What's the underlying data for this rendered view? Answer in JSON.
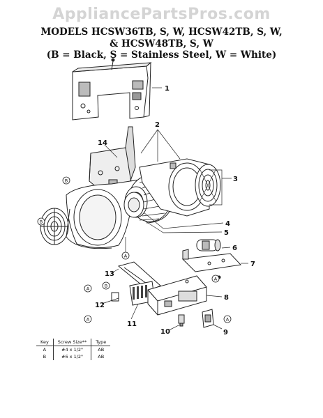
{
  "watermark": "AppliancePartsPros.com",
  "header": {
    "line1": "MODELS HCSW36TB, S, W, HCSW42TB, S, W,",
    "line2": "& HCSW48TB, S, W",
    "line3": "(B = Black, S = Stainless Steel, W = White)"
  },
  "callouts": [
    "1",
    "2",
    "3",
    "4",
    "5",
    "6",
    "7",
    "8",
    "9",
    "10",
    "11",
    "12",
    "13",
    "14"
  ],
  "fastener_labels": {
    "a": "A",
    "b": "B"
  },
  "screw_key": {
    "headers": [
      "Key",
      "Screw Size**",
      "Type"
    ],
    "rows": [
      [
        "A",
        "#4 x 1/2\"",
        "AB"
      ],
      [
        "B",
        "#6 x 1/2\"",
        "AB"
      ]
    ]
  }
}
